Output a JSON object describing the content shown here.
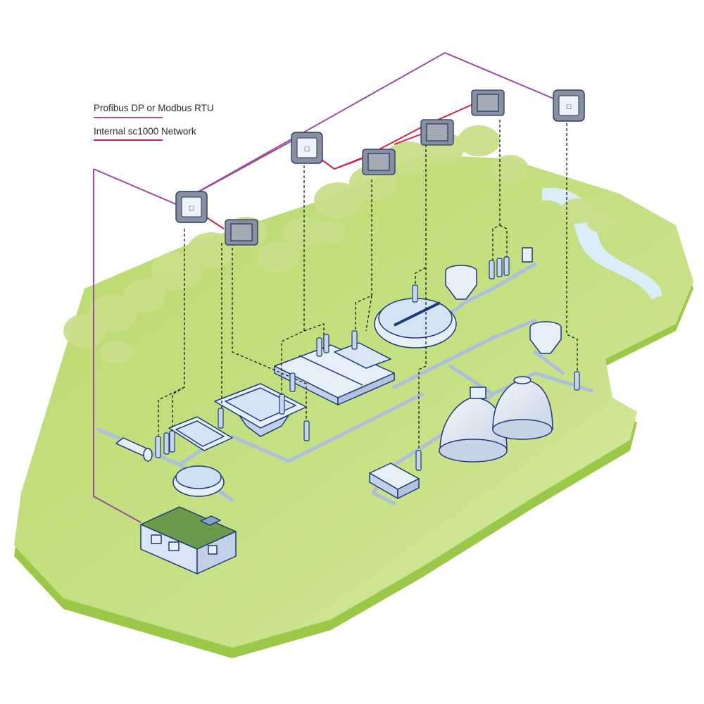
{
  "legend": {
    "items": [
      {
        "label": "Profibus DP or Modbus RTU",
        "color": "#9b4f9b",
        "line": "fieldbus"
      },
      {
        "label": "Internal sc1000 Network",
        "color": "#d0214a",
        "line": "internal"
      }
    ]
  },
  "colors": {
    "ground_light": "#e3efb8",
    "ground": "#b7d96a",
    "ground_dark": "#9cc84a",
    "trees": "#c9e08a",
    "water": "#d9eefa",
    "pipe": "#aebfdc",
    "equipment_fill": "#e6eef8",
    "equipment_stroke": "#1e3a78",
    "fieldbus": "#9b4f9b",
    "internal": "#d0214a",
    "controller": "#7a7f86"
  },
  "icons": {
    "controller": "sc1000-controller-display-icon",
    "probe_module": "sc1000-probe-module-icon",
    "sensor": "sensor-probe-icon",
    "control_building": "control-building-icon",
    "digester": "digester-dome-icon",
    "clarifier": "clarifier-tank-icon",
    "silo": "silo-hopper-icon",
    "engine": "chp-engine-icon"
  }
}
